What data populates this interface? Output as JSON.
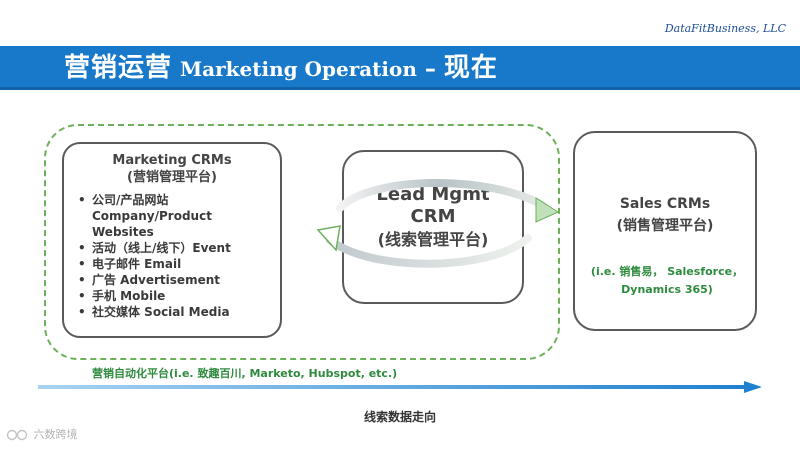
{
  "company": "DataFitBusiness, LLC",
  "title": {
    "zh": "营销运营",
    "en": "Marketing Operation",
    "dash": "–",
    "suffix": "现在"
  },
  "marketing_box": {
    "title_en": "Marketing CRMs",
    "title_zh": "(营销管理平台)",
    "items": [
      "公司/产品网站",
      "Company/Product",
      "Websites",
      "活动（线上/线下）Event",
      "电子邮件 Email",
      "广告 Advertisement",
      "手机 Mobile",
      "社交媒体 Social Media"
    ]
  },
  "lead_box": {
    "line1": "Lead Mgmt",
    "line2": "CRM",
    "line3": "(线索管理平台)"
  },
  "sales_box": {
    "title_en": "Sales CRMs",
    "title_zh": "(销售管理平台)",
    "examples_line1": "(i.e. 销售易， Salesforce，",
    "examples_line2": "Dynamics 365)"
  },
  "automation_label": "营销自动化平台(i.e. 致趣百川, Marketo, Hubspot, etc.)",
  "flow_label": "线索数据走向",
  "watermark": "六数跨境",
  "colors": {
    "title_bar": "#1878c9",
    "dashed_region": "#6db05a",
    "green_text": "#2e8b3e",
    "flow_arrow": "#2f8fd6"
  },
  "icons": {
    "cycle": "cycle-arrows-icon",
    "flow": "arrow-right-icon",
    "watermark": "watermark-logo-icon"
  }
}
